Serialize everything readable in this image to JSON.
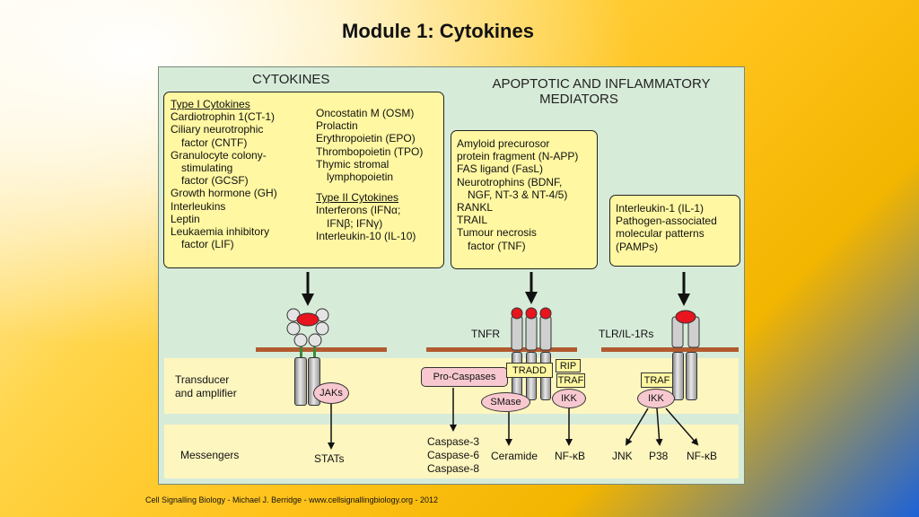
{
  "slide": {
    "title": "Module 1: Cytokines",
    "footer": "Cell Signalling Biology - Michael J. Berridge - www.cellsignallingbiology.org - 2012"
  },
  "figure": {
    "cytokines_heading": "CYTOKINES",
    "mediators_heading": [
      "APOPTOTIC AND INFLAMMATORY",
      "MEDIATORS"
    ],
    "cytokine_box": {
      "col1_heading": "Type I Cytokines",
      "col1_lines": [
        {
          "text": "Cardiotrophin 1(CT-1)",
          "indent": false
        },
        {
          "text": "Ciliary neurotrophic",
          "indent": false
        },
        {
          "text": "factor (CNTF)",
          "indent": true
        },
        {
          "text": "Granulocyte colony-",
          "indent": false
        },
        {
          "text": "stimulating",
          "indent": true
        },
        {
          "text": "factor (GCSF)",
          "indent": true
        },
        {
          "text": "Growth hormone (GH)",
          "indent": false
        },
        {
          "text": "Interleukins",
          "indent": false
        },
        {
          "text": "Leptin",
          "indent": false
        },
        {
          "text": "Leukaemia inhibitory",
          "indent": false
        },
        {
          "text": "factor (LIF)",
          "indent": true
        }
      ],
      "col2_lines": [
        {
          "text": "Oncostatin M (OSM)",
          "indent": false
        },
        {
          "text": "Prolactin",
          "indent": false
        },
        {
          "text": "Erythropoietin (EPO)",
          "indent": false
        },
        {
          "text": "Thrombopoietin (TPO)",
          "indent": false
        },
        {
          "text": "Thymic stromal",
          "indent": false
        },
        {
          "text": "lymphopoietin",
          "indent": true
        }
      ],
      "col2_heading": "Type II Cytokines",
      "col2_lines_b": [
        {
          "text": "Interferons (IFNα;",
          "indent": false
        },
        {
          "text": "IFNβ; IFNγ)",
          "indent": true
        },
        {
          "text": "Interleukin-10 (IL-10)",
          "indent": false
        }
      ]
    },
    "apoptotic_box": [
      {
        "text": "Amyloid precurosor",
        "indent": false
      },
      {
        "text": "protein fragment (N-APP)",
        "indent": false
      },
      {
        "text": "FAS ligand (FasL)",
        "indent": false
      },
      {
        "text": "Neurotrophins (BDNF,",
        "indent": false
      },
      {
        "text": "NGF, NT-3 & NT-4/5)",
        "indent": true
      },
      {
        "text": "RANKL",
        "indent": false
      },
      {
        "text": "TRAIL",
        "indent": false
      },
      {
        "text": "Tumour necrosis",
        "indent": false
      },
      {
        "text": "factor (TNF)",
        "indent": true
      }
    ],
    "inflammatory_box": [
      {
        "text": "Interleukin-1 (IL-1)",
        "indent": false
      },
      {
        "text": "Pathogen-associated",
        "indent": false
      },
      {
        "text": "molecular patterns",
        "indent": false
      },
      {
        "text": "(PAMPs)",
        "indent": false
      }
    ],
    "rows": {
      "transducer": [
        "Transducer",
        "and amplifier"
      ],
      "messengers": "Messengers"
    },
    "receptors": {
      "tnfr": "TNFR",
      "tlr": "TLR/IL-1Rs"
    },
    "components": {
      "jaks": "JAKs",
      "pro_caspases": "Pro-Caspases",
      "tradd": "TRADD",
      "rip": "RIP",
      "traf": "TRAF",
      "ikk": "IKK",
      "smase": "SMase",
      "traf2": "TRAF",
      "ikk2": "IKK"
    },
    "messengers": {
      "stats": "STATs",
      "caspases": [
        "Caspase-3",
        "Caspase-6",
        "Caspase-8"
      ],
      "ceramide": "Ceramide",
      "nfkb1": "NF-κB",
      "jnk": "JNK",
      "p38": "P38",
      "nfkb2": "NF-κB"
    },
    "colors": {
      "box_fill": "#fff7a1",
      "ligand_red": "#e8141e",
      "membrane": "#b25a2f",
      "panel_green": "#d7ebd9",
      "enzyme_pink": "#f7c8cf"
    }
  }
}
